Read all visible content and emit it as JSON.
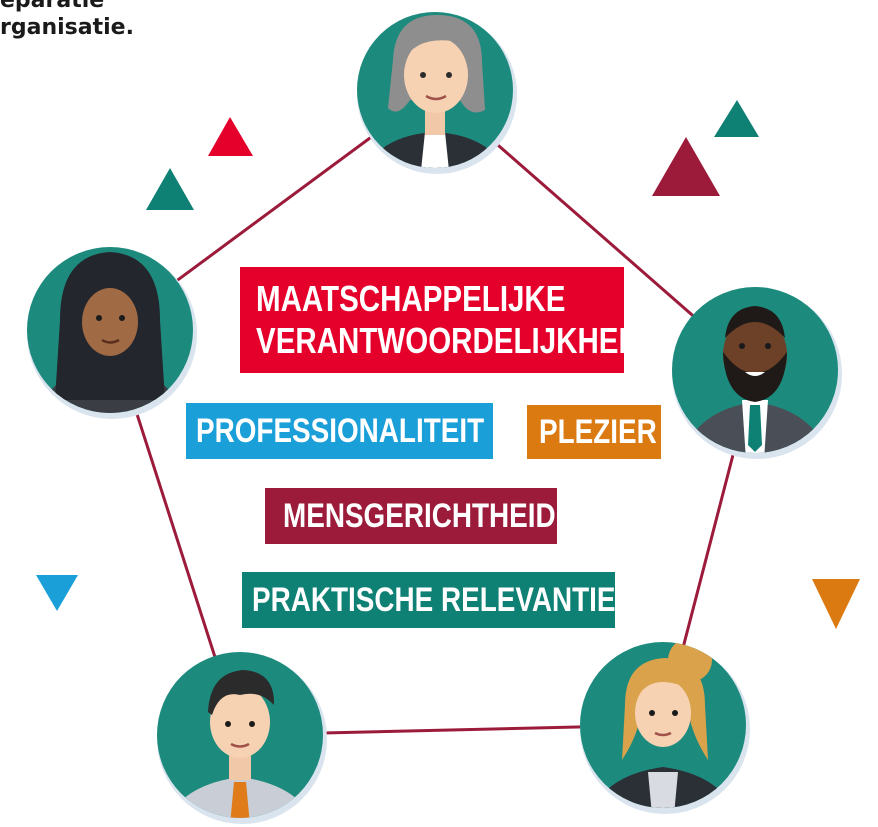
{
  "heading": {
    "line1": "eparatie",
    "line2": "rganisatie."
  },
  "values": {
    "maatschappelijk_line1": "MAATSCHAPPELIJKE",
    "maatschappelijk_line2": "VERANTWOORDELIJKHEID",
    "professionaliteit": "PROFESSIONALITEIT",
    "plezier": "PLEZIER",
    "mensgerichtheid": "MENSGERICHTHEID",
    "praktische_relevantie": "PRAKTISCHE RELEVANTIE"
  },
  "colors": {
    "red": "#e4002b",
    "blue": "#1a9fd9",
    "orange": "#dc7a12",
    "maroon": "#9c1b3b",
    "teal": "#0f8074",
    "connector": "#9c1b3b",
    "avatar_bg": "#1d8a7e"
  },
  "people": [
    {
      "name": "person-gray-hair-woman"
    },
    {
      "name": "person-hijab-woman"
    },
    {
      "name": "person-bearded-man"
    },
    {
      "name": "person-man-orange-tie"
    },
    {
      "name": "person-blonde-woman"
    }
  ]
}
